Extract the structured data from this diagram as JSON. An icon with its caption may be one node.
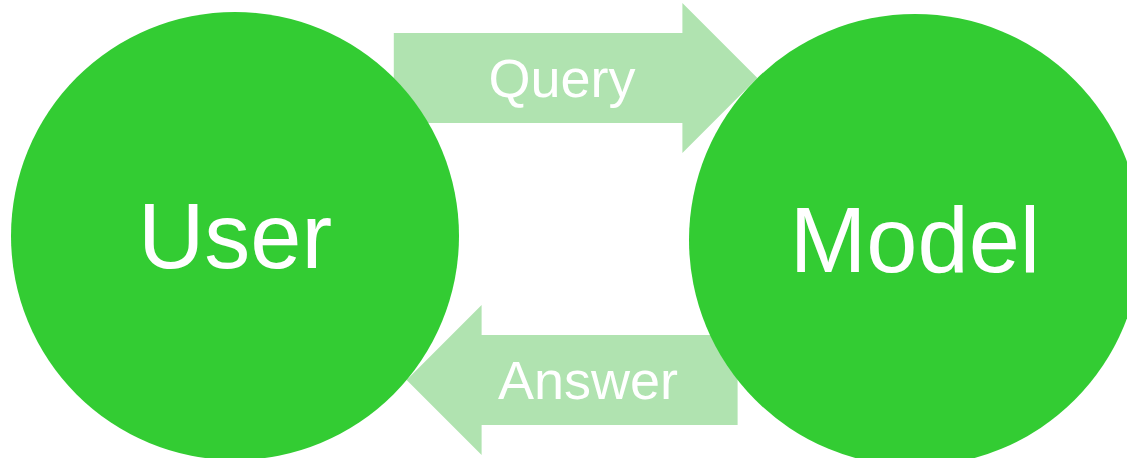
{
  "diagram": {
    "nodes": [
      {
        "text": [
          "User"
        ]
      },
      {
        "text": [
          "Model"
        ]
      }
    ],
    "edges": [
      {
        "from": 0,
        "to": 1,
        "arrow": "to",
        "label": "Query"
      },
      {
        "from": 1,
        "to": 0,
        "arrow": "to",
        "label": "Answer"
      }
    ]
  }
}
